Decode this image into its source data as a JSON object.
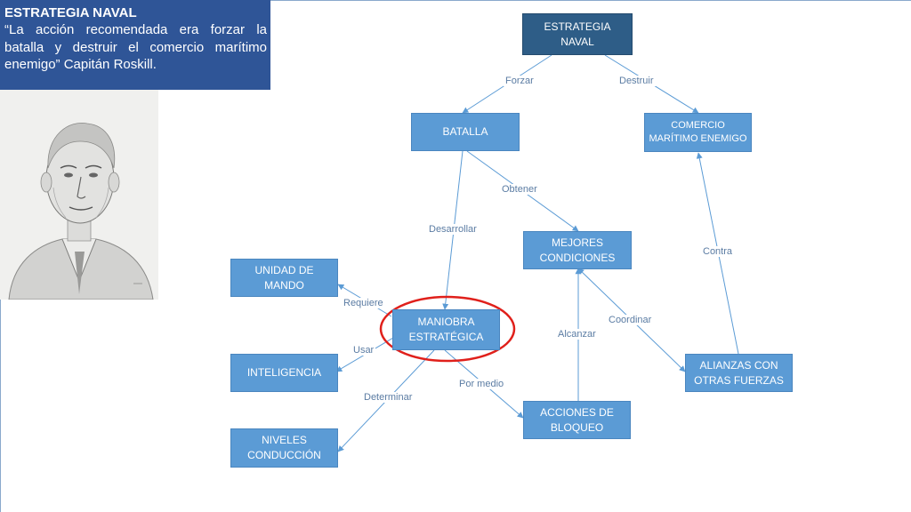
{
  "header": {
    "title": "ESTRATEGIA NAVAL",
    "quote": "“La acción recomendada era forzar la batalla y destruir el comercio marítimo enemigo” Capitán Roskill."
  },
  "portrait": {
    "icon": "portrait-sketch"
  },
  "nodes": {
    "estrategia": "ESTRATEGIA\nNAVAL",
    "batalla": "BATALLA",
    "comercio": "COMERCIO\nMARÍTIMO ENEMIGO",
    "mejores": "MEJORES\nCONDICIONES",
    "unidad": "UNIDAD DE\nMANDO",
    "maniobra": "MANIOBRA\nESTRATÉGICA",
    "inteligencia": "INTELIGENCIA",
    "alianzas": "ALIANZAS CON\nOTRAS FUERZAS",
    "acciones": "ACCIONES DE\nBLOQUEO",
    "niveles": "NIVELES\nCONDUCCIÓN"
  },
  "edges": {
    "forzar": "Forzar",
    "destruir": "Destruir",
    "obtener": "Obtener",
    "desarrollar": "Desarrollar",
    "contra": "Contra",
    "requiere": "Requiere",
    "usar": "Usar",
    "coordinar": "Coordinar",
    "alcanzar": "Alcanzar",
    "determinar": "Determinar",
    "por_medio": "Por medio"
  },
  "colors": {
    "node_fill": "#5b9bd5",
    "root_fill": "#2e5d87",
    "title_fill": "#2f5597",
    "highlight": "#e0201b",
    "connector": "#5b9bd5"
  }
}
